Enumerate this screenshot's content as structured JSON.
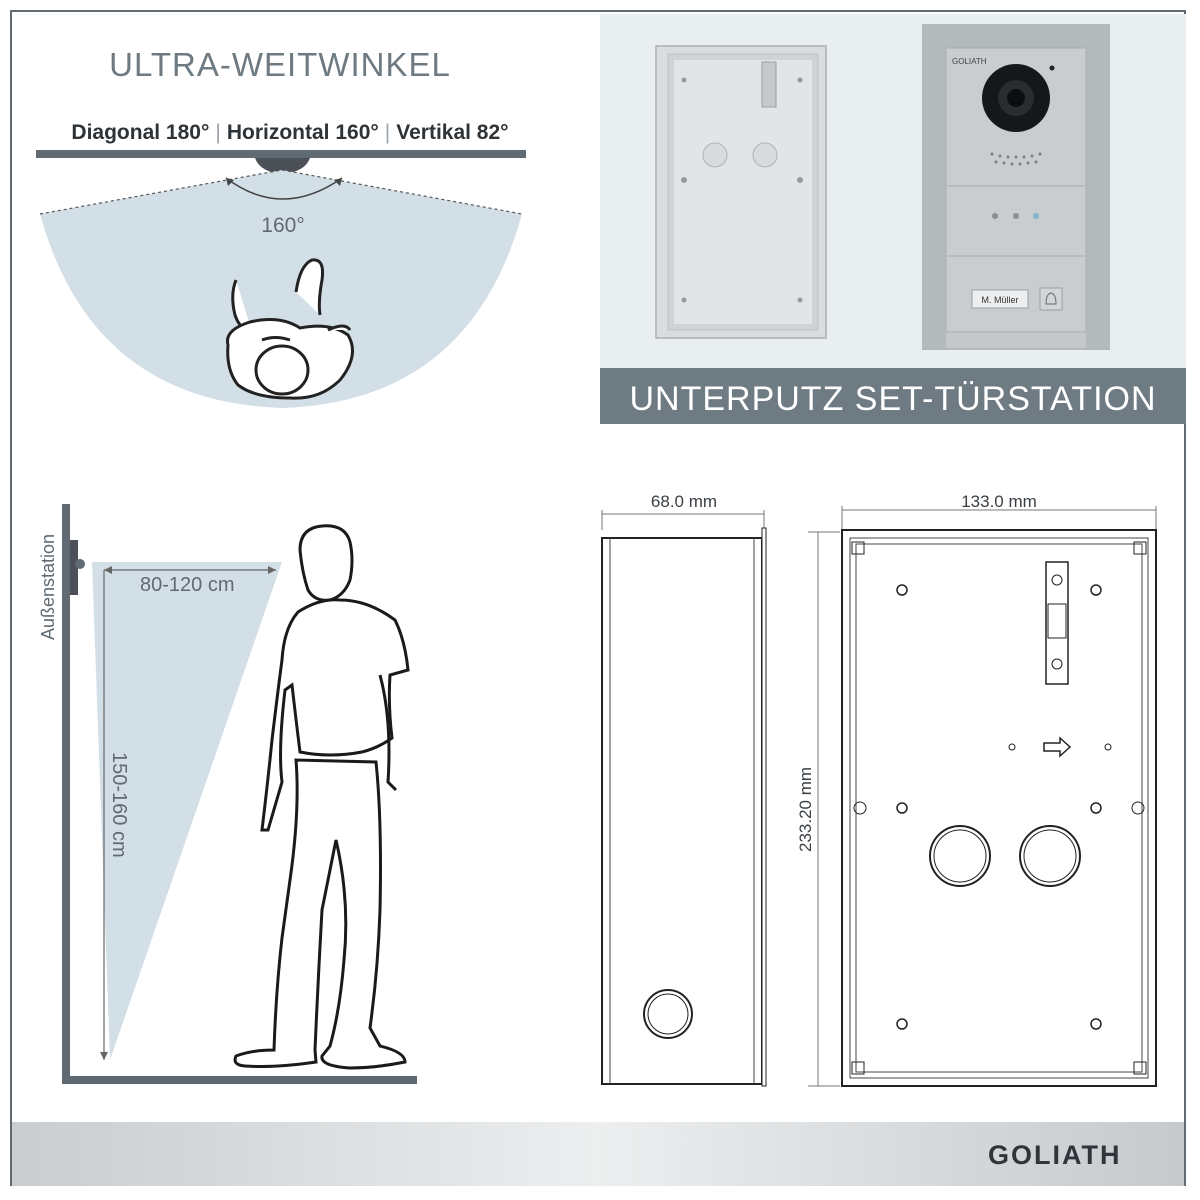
{
  "left_top": {
    "title": "ULTRA-WEITWINKEL",
    "angles": [
      "Diagonal 180°",
      "Horizontal 160°",
      "Vertikal 82°"
    ],
    "separator": "|",
    "fov_label": "160°"
  },
  "right_top": {
    "banner": "UNTERPUTZ SET-TÜRSTATION",
    "name_plate": "M. Müller",
    "brand_small": "GOLIATH"
  },
  "left_bottom": {
    "wall_label": "Außenstation",
    "distance_label": "80-120 cm",
    "height_label": "150-160 cm"
  },
  "right_bottom": {
    "depth_label": "68.0 mm",
    "width_label": "133.0 mm",
    "height_label": "233.20 mm"
  },
  "footer": {
    "logo": "GOLIATH"
  },
  "colors": {
    "frame": "#5f6a72",
    "banner_bg": "#6f7b83",
    "fov_fill": "#d3dfe7",
    "wall": "#5f6a72"
  }
}
